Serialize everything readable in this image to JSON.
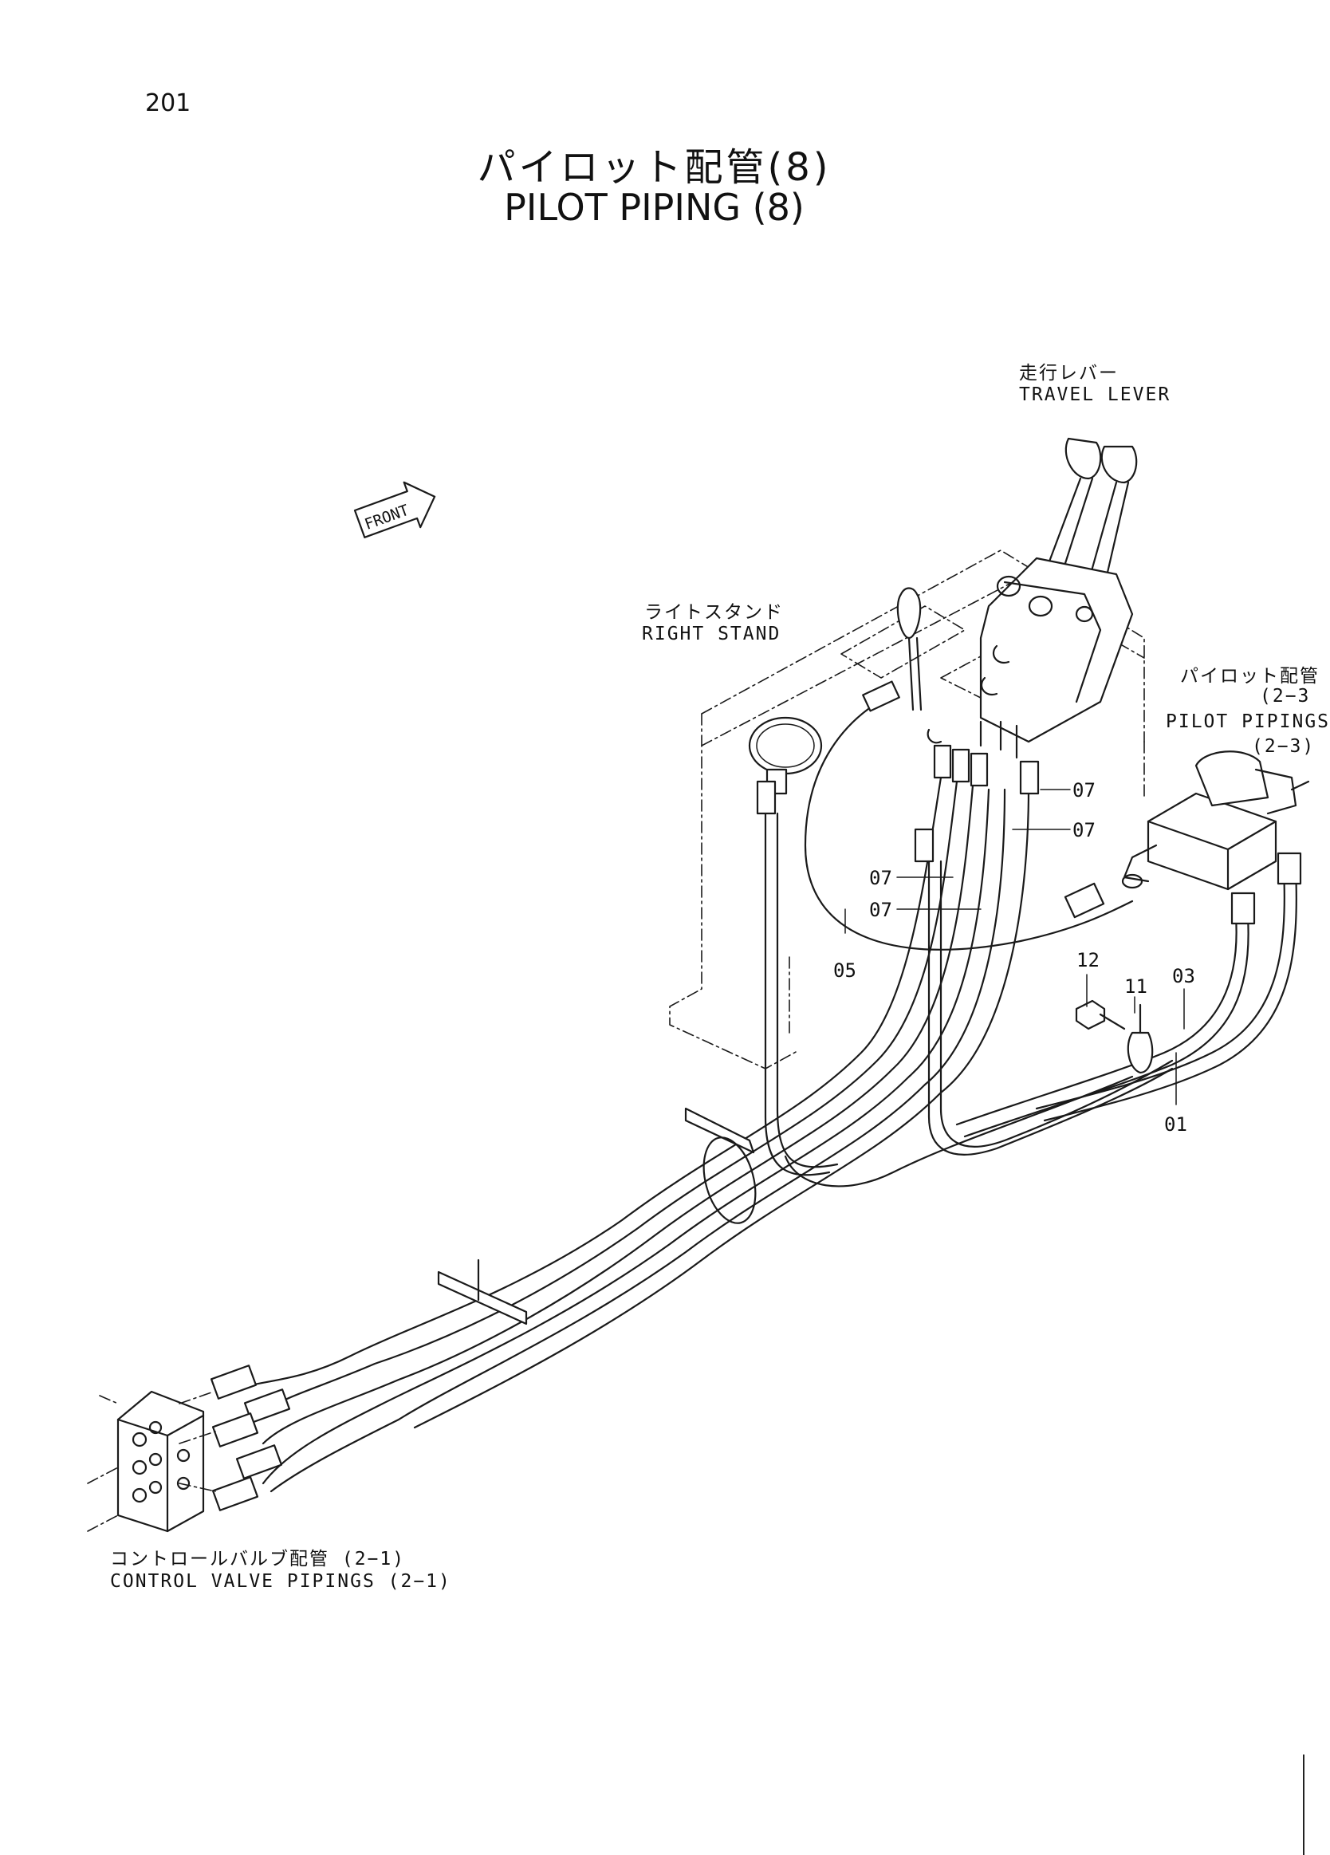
{
  "page": {
    "number": "201",
    "title_jp": "パイロット配管(8)",
    "title_en": "PILOT PIPING (8)"
  },
  "labels": {
    "travel_lever_jp": "走行レバー",
    "travel_lever_en": "TRAVEL LEVER",
    "right_stand_jp": "ライトスタンド",
    "right_stand_en": "RIGHT STAND",
    "pilot_piping_jp": "パイロット配管",
    "pilot_piping_ref_1": "(2−3",
    "pilot_piping_en": "PILOT PIPINGS",
    "pilot_piping_ref_2": "(2−3)",
    "control_valve_jp": "コントロールバルブ配管 (2−1)",
    "control_valve_en": "CONTROL VALVE PIPINGS (2−1)",
    "front_arrow": "FRONT"
  },
  "callouts": [
    "07",
    "07",
    "07",
    "07",
    "05",
    "12",
    "11",
    "03",
    "01"
  ]
}
